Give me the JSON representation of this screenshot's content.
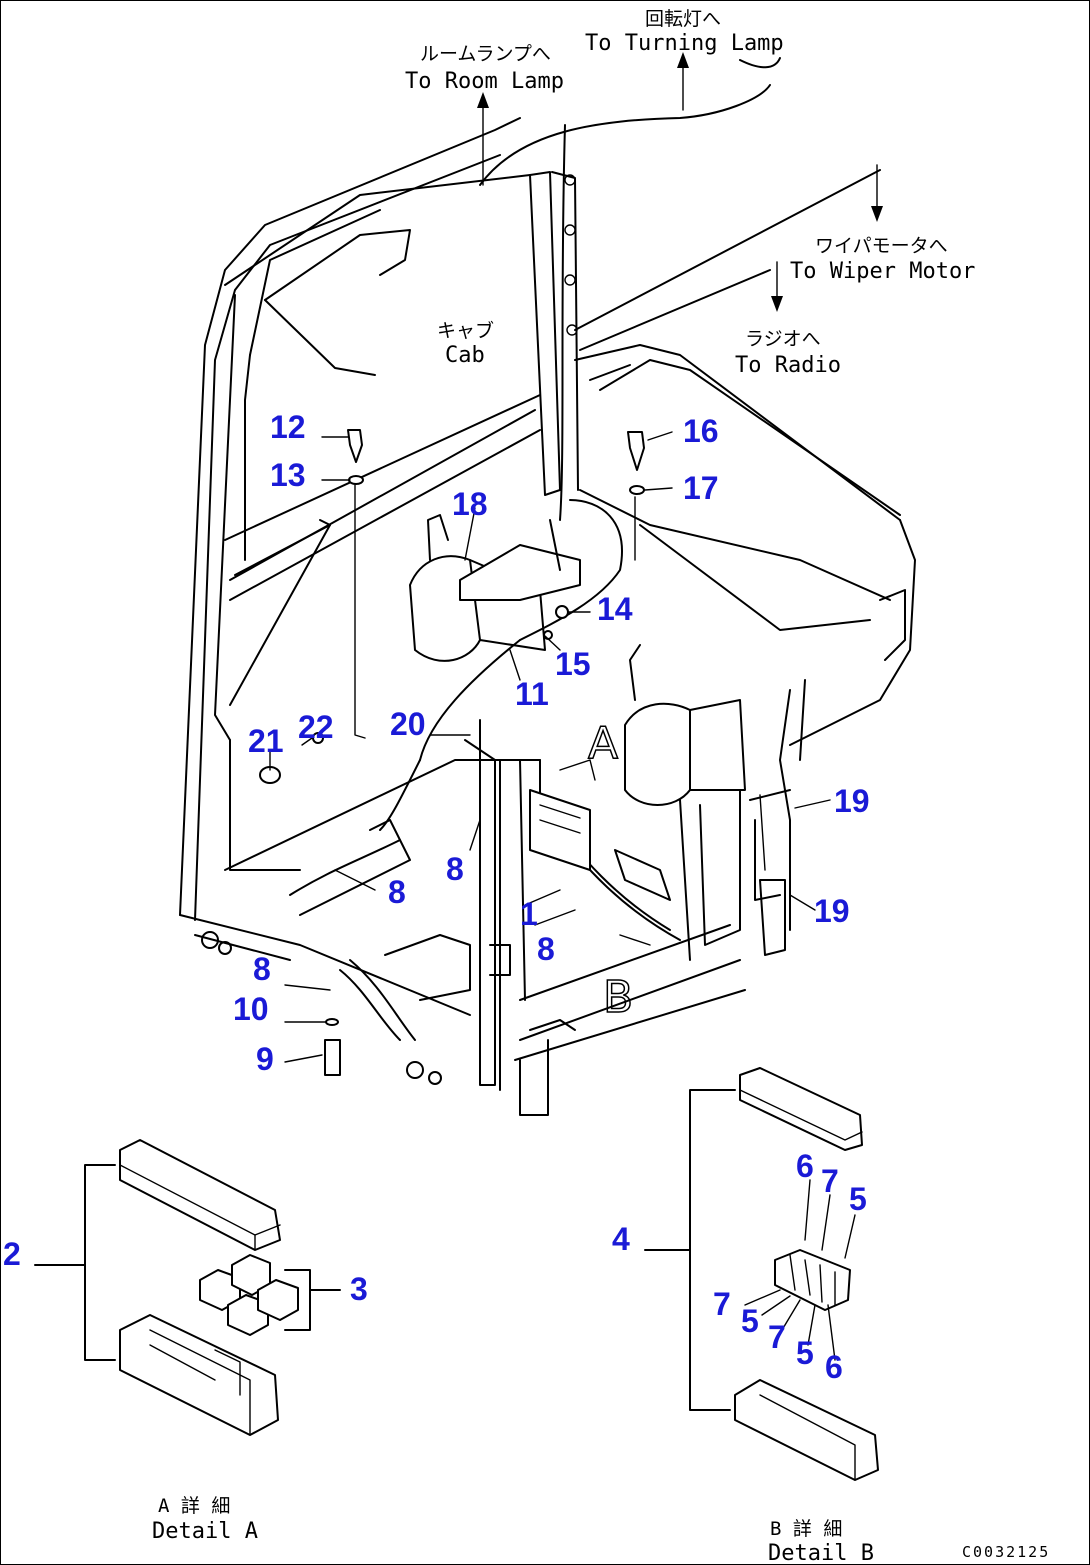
{
  "notes": {
    "turning_lamp_jp": "回転灯へ",
    "turning_lamp_en": "To Turning Lamp",
    "room_lamp_jp": "ルームランプへ",
    "room_lamp_en": "To Room Lamp",
    "wiper_motor_jp": "ワイパモータへ",
    "wiper_motor_en": "To Wiper Motor",
    "radio_jp": "ラジオへ",
    "radio_en": "To Radio",
    "cab_jp": "キャブ",
    "cab_en": "Cab"
  },
  "detail_markers": {
    "a": "A",
    "b": "B"
  },
  "detail_labels": {
    "a_jp": "A 詳 細",
    "a_en": "Detail A",
    "b_jp": "B 詳 細",
    "b_en": "Detail B"
  },
  "callouts": {
    "c1": "1",
    "c2": "2",
    "c3": "3",
    "c4": "4",
    "c5a": "5",
    "c5b": "5",
    "c5c": "5",
    "c6a": "6",
    "c6b": "6",
    "c7a": "7",
    "c7b": "7",
    "c7c": "7",
    "c8a": "8",
    "c8b": "8",
    "c8c": "8",
    "c8d": "8",
    "c9": "9",
    "c10": "10",
    "c11": "11",
    "c12": "12",
    "c13": "13",
    "c14": "14",
    "c15": "15",
    "c16": "16",
    "c17": "17",
    "c18": "18",
    "c19a": "19",
    "c19b": "19",
    "c20": "20",
    "c21": "21",
    "c22": "22"
  },
  "drawing_code": "C0032125"
}
